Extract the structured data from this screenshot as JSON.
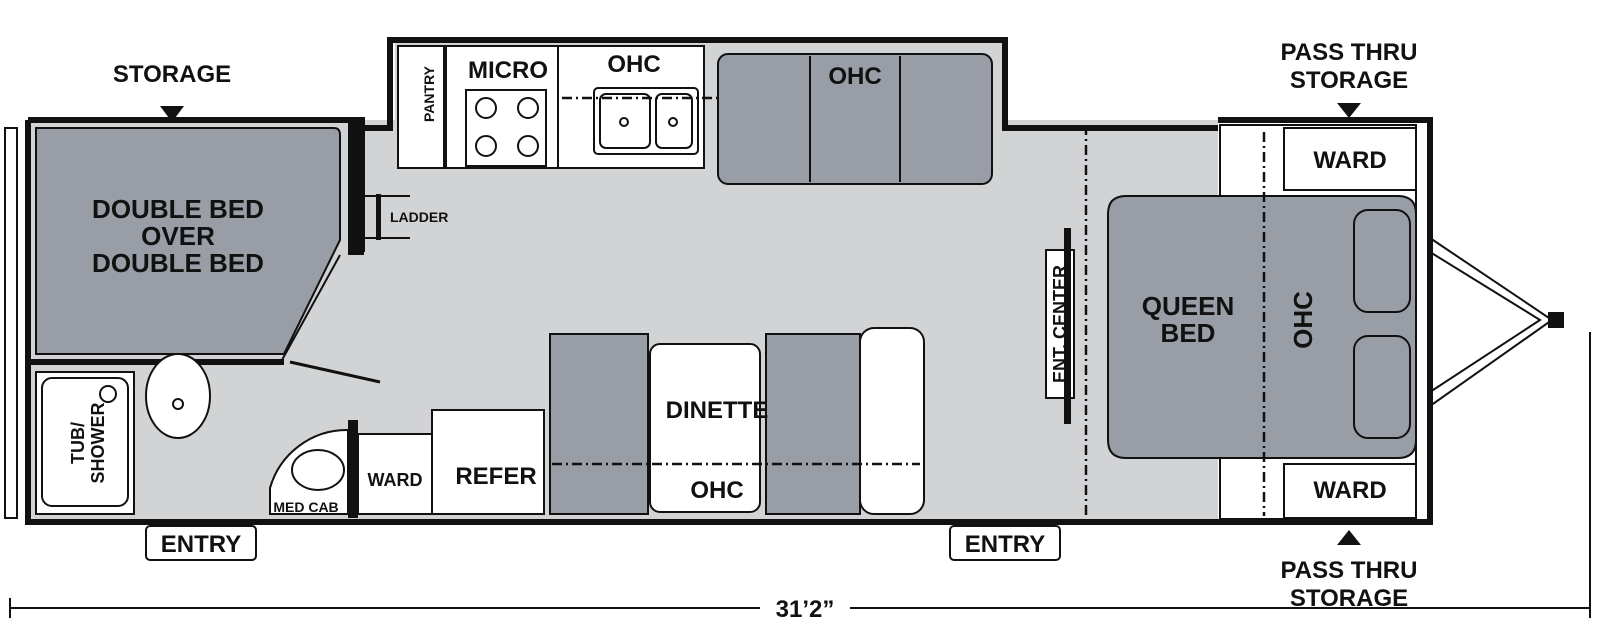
{
  "floorplan": {
    "labels": {
      "storage_top": "STORAGE",
      "pass_thru_top_1": "PASS THRU",
      "pass_thru_top_2": "STORAGE",
      "pass_thru_bottom_1": "PASS THRU",
      "pass_thru_bottom_2": "STORAGE",
      "bunk_1": "DOUBLE BED",
      "bunk_2": "OVER",
      "bunk_3": "DOUBLE BED",
      "ladder": "LADDER",
      "pantry": "PANTRY",
      "micro": "MICRO",
      "ohc_kitchen": "OHC",
      "ohc_sofa": "OHC",
      "tub_1": "TUB/",
      "tub_2": "SHOWER",
      "med_cab": "MED CAB",
      "ward_bath": "WARD",
      "refer": "REFER",
      "dinette": "DINETTE",
      "ohc_dinette": "OHC",
      "ent_center": "ENT. CENTER",
      "queen_1": "QUEEN",
      "queen_2": "BED",
      "ohc_bed": "OHC",
      "ward_top": "WARD",
      "ward_bottom": "WARD",
      "entry_rear": "ENTRY",
      "entry_front": "ENTRY",
      "length": "31’2”"
    },
    "colors": {
      "floor": "#d2d3d5",
      "furniture": "#999da6",
      "wall": "#111111"
    }
  }
}
